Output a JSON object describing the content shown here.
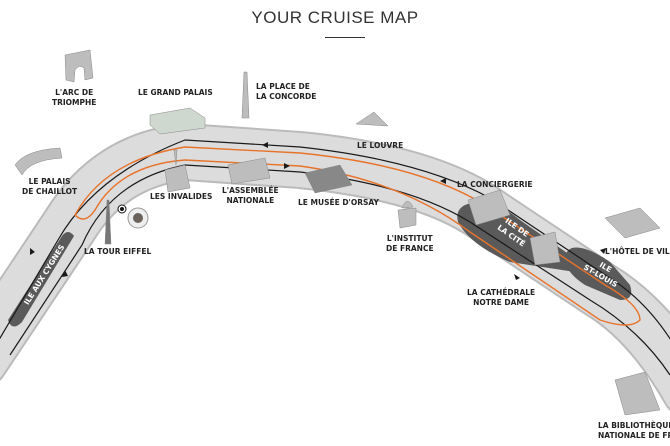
{
  "header": {
    "title": "YOUR CRUISE MAP"
  },
  "colors": {
    "river": "#d6d6d6",
    "island": "#5a5a5a",
    "route_outer": "#1a1a1a",
    "route_inner": "#e8732a"
  },
  "landmarks": [
    {
      "name": "L'ARC DE\nTRIOMPHE",
      "icon": "arc-de-triomphe-icon"
    },
    {
      "name": "LE GRAND PALAIS",
      "icon": "grand-palais-icon"
    },
    {
      "name": "LA PLACE DE\nLA CONCORDE",
      "icon": "obelisk-icon"
    },
    {
      "name": "LE LOUVRE",
      "icon": "pyramid-icon"
    },
    {
      "name": "LE PALAIS\nDE CHAILLOT",
      "icon": "chaillot-icon"
    },
    {
      "name": "LES INVALIDES",
      "icon": "invalides-icon"
    },
    {
      "name": "L'ASSEMBLÉE\nNATIONALE",
      "icon": "assemblee-icon"
    },
    {
      "name": "LE MUSÉE D'ORSAY",
      "icon": "orsay-icon"
    },
    {
      "name": "LA CONCIERGERIE",
      "icon": "conciergerie-icon"
    },
    {
      "name": "L'INSTITUT\nDE FRANCE",
      "icon": "institut-icon"
    },
    {
      "name": "L'HÔTEL DE VILLE",
      "icon": "hotel-de-ville-icon"
    },
    {
      "name": "LA CATHÉDRALE\nNOTRE DAME",
      "icon": "notre-dame-icon"
    },
    {
      "name": "LA TOUR EIFFEL",
      "icon": "eiffel-tower-icon"
    },
    {
      "name": "LA BIBLIOTHÈQUE\nNATIONALE DE FRANCE",
      "icon": "library-icon"
    }
  ],
  "islands": [
    "ILE AUX CYGNES",
    "ILE DE\nLA CITÉ",
    "ILE\nST-LOUIS"
  ]
}
